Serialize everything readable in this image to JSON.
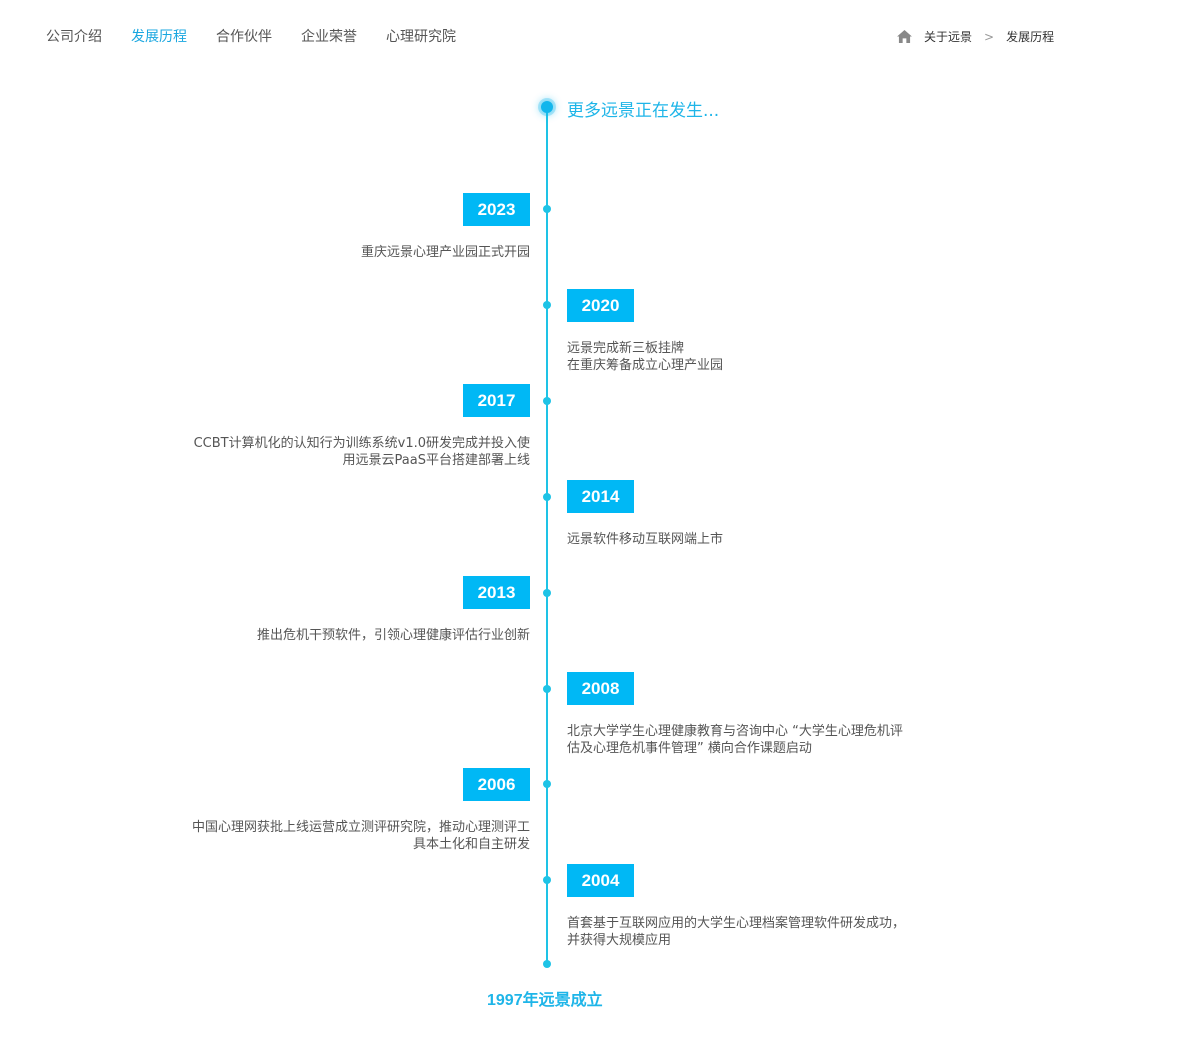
{
  "nav": {
    "tabs": [
      {
        "label": "公司介绍",
        "active": false
      },
      {
        "label": "发展历程",
        "active": true
      },
      {
        "label": "合作伙伴",
        "active": false
      },
      {
        "label": "企业荣誉",
        "active": false
      },
      {
        "label": "心理研究院",
        "active": false
      }
    ]
  },
  "breadcrumb": {
    "home_icon": "home-icon",
    "items": [
      "关于远景",
      "发展历程"
    ],
    "separator": ">"
  },
  "timeline": {
    "head": "更多远景正在发生...",
    "events": [
      {
        "year": "2023",
        "lines": [
          "重庆远景心理产业园正式开园"
        ]
      },
      {
        "year": "2020",
        "lines": [
          "远景完成新三板挂牌",
          "在重庆筹备成立心理产业园"
        ]
      },
      {
        "year": "2017",
        "lines": [
          "CCBT计算机化的认知行为训练系统v1.0研发完成并投入使",
          "用远景云PaaS平台搭建部署上线"
        ]
      },
      {
        "year": "2014",
        "lines": [
          "远景软件移动互联网端上市"
        ]
      },
      {
        "year": "2013",
        "lines": [
          "推出危机干预软件，引领心理健康评估行业创新"
        ]
      },
      {
        "year": "2008",
        "lines": [
          "北京大学学生心理健康教育与咨询中心 “大学生心理危机评",
          "估及心理危机事件管理” 横向合作课题启动"
        ]
      },
      {
        "year": "2006",
        "lines": [
          "中国心理网获批上线运营成立测评研究院，推动心理测评工",
          "具本土化和自主研发"
        ]
      },
      {
        "year": "2004",
        "lines": [
          "首套基于互联网应用的大学生心理档案管理软件研发成功，",
          "并获得大规模应用"
        ]
      }
    ],
    "founded": "1997年远景成立"
  },
  "colors": {
    "accent": "#00b8f5",
    "axis": "#1ec3e6",
    "nav_active": "#1aa7e0"
  }
}
